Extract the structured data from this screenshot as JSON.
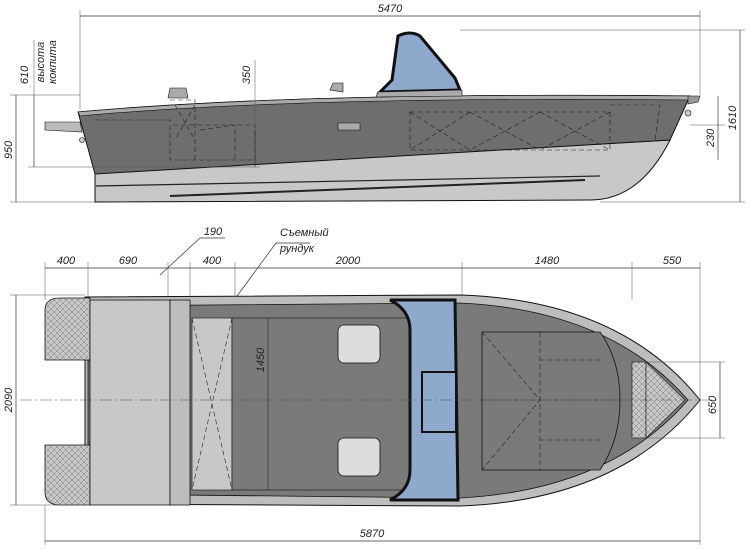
{
  "side_view": {
    "overall_length": "5470",
    "cockpit_height_value": "610",
    "cockpit_height_label_1": "высота",
    "cockpit_height_label_2": "кокпита",
    "seat_height": "350",
    "hull_height": "950",
    "total_height": "1610",
    "bow_height": "230"
  },
  "top_view": {
    "dims_top": [
      "400",
      "690",
      "190",
      "400",
      "2000",
      "1480",
      "550"
    ],
    "callout_line_1": "Съемный",
    "callout_line_2": "рундук",
    "beam": "2090",
    "inner_width": "1450",
    "bow_width": "650",
    "overall_length": "5870"
  },
  "colors": {
    "hull": "#6e6e6e",
    "hull_light": "#c8c8c8",
    "glass": "#8ea9cc",
    "deck": "#7a7a7a"
  }
}
